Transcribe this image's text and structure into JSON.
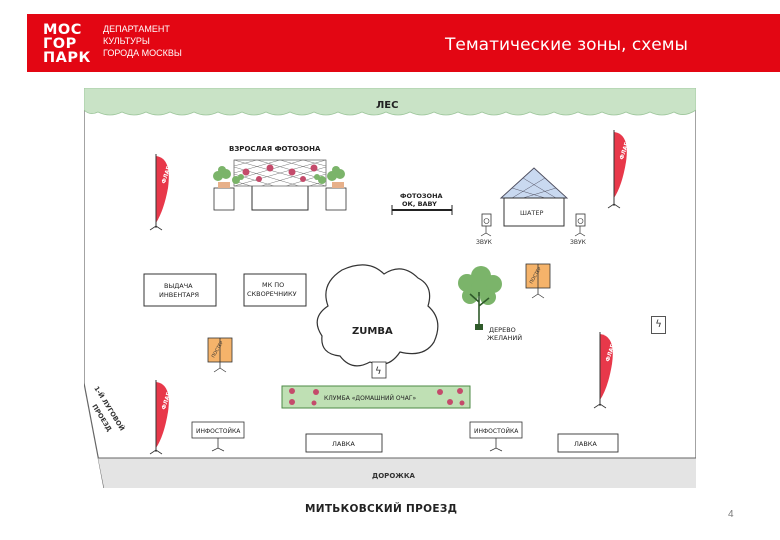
{
  "header": {
    "logo_lines": [
      "МОС",
      "ГОР",
      "ПАРК"
    ],
    "dept_lines": [
      "ДЕПАРТАМЕНТ",
      "КУЛЬТУРЫ",
      "ГОРОДА МОСКВЫ"
    ],
    "title": "Тематические  зоны, схемы"
  },
  "map": {
    "forest": "ЛЕС",
    "adult_photozone": "ВЗРОСЛАЯ ФОТОЗОНА",
    "photozone_baby": [
      "ФОТОЗОНА",
      "ОК, BABY"
    ],
    "tent": "ШАТЕР",
    "sound_left": "ЗВУК",
    "sound_right": "ЗВУК",
    "inventory": [
      "ВЫДАЧА",
      "ИНВЕНТАРЯ"
    ],
    "mk": [
      "МК ПО",
      "СКВОРЕЧНИКУ"
    ],
    "zumba": "ZUMBA",
    "wish_tree": [
      "ДЕРЕВО",
      "ЖЕЛАНИЙ"
    ],
    "flowerbed": "КЛУМБА «ДОМАШНИЙ ОЧАГ»",
    "info_left": "ИНФОСТОЙКА",
    "info_right": "ИНФОСТОЙКА",
    "bench_left": "ЛАВКА",
    "bench_right": "ЛАВКА",
    "path": "ДОРОЖКА",
    "flag": "ФЛАГ",
    "poster": "ПОСТЕР",
    "side_passage": [
      "1-Й ЛУГОВОЙ",
      "ПРОЕЗД"
    ]
  },
  "road": "МИТЬКОВСКИЙ ПРОЕЗД",
  "page_number": "4",
  "colors": {
    "brand_red": "#e30613",
    "forest_green": "#c9e3c6",
    "flag_red": "#e8384a",
    "poster_orange": "#f5b36a",
    "flowerbed_green": "#bfe0b4"
  }
}
